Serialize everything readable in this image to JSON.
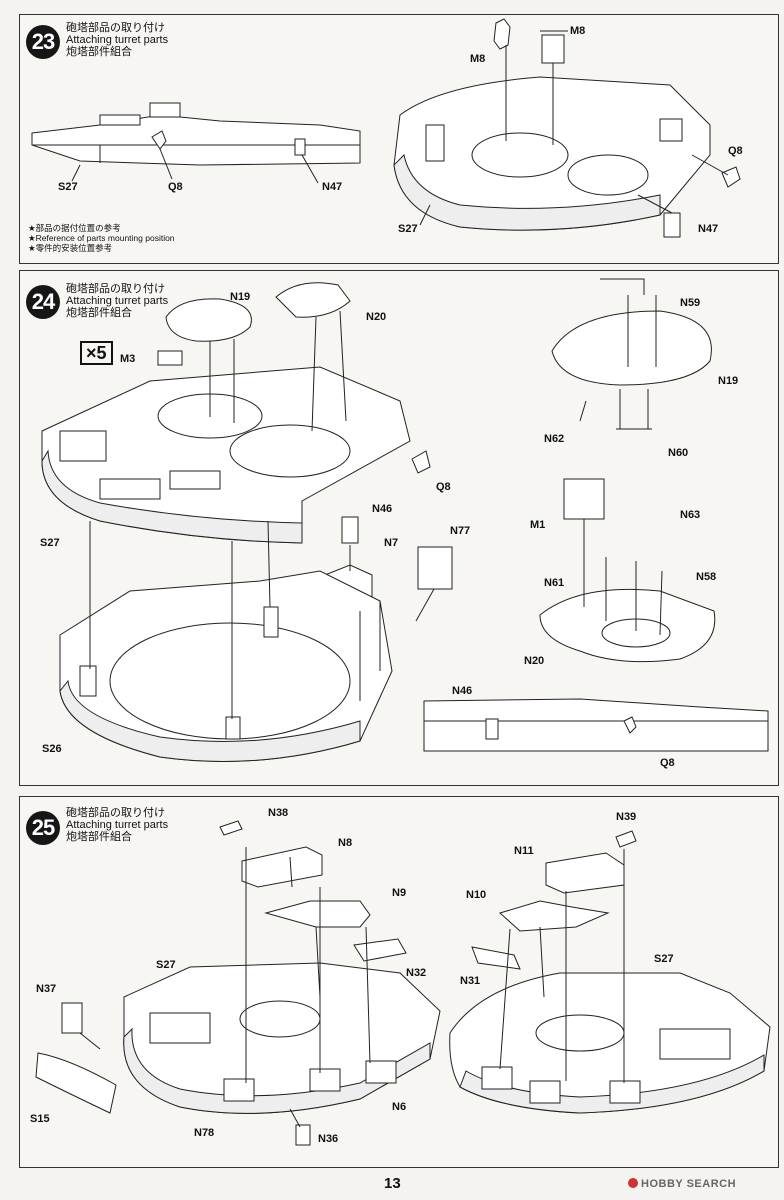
{
  "steps": [
    {
      "number": "23",
      "title_ja": "砲塔部品の取り付け",
      "title_en": "Attaching turret parts",
      "title_zh": "炮塔部件組合",
      "labels": {
        "s27_left": "S27",
        "q8_left": "Q8",
        "n47_left": "N47",
        "m8_a": "M8",
        "m8_b": "M8",
        "q8_right": "Q8",
        "s27_right": "S27",
        "n47_right": "N47"
      },
      "notes": [
        "★部品の据付位置の参考",
        "★Reference of parts mounting position",
        "★零件的安装位置参考"
      ]
    },
    {
      "number": "24",
      "title_ja": "砲塔部品の取り付け",
      "title_en": "Attaching turret parts",
      "title_zh": "炮塔部件組合",
      "multiplier": "×5",
      "labels": {
        "m3": "M3",
        "n19": "N19",
        "n20": "N20",
        "q8": "Q8",
        "n46": "N46",
        "n7": "N7",
        "n77": "N77",
        "s27": "S27",
        "s26": "S26",
        "n59": "N59",
        "n19_r": "N19",
        "n62": "N62",
        "n60": "N60",
        "m1": "M1",
        "n63": "N63",
        "n61": "N61",
        "n58": "N58",
        "n20_r": "N20",
        "n46_r": "N46",
        "q8_r": "Q8"
      }
    },
    {
      "number": "25",
      "title_ja": "砲塔部品の取り付け",
      "title_en": "Attaching turret parts",
      "title_zh": "炮塔部件組合",
      "labels": {
        "n38": "N38",
        "n8": "N8",
        "n9": "N9",
        "n32": "N32",
        "s27": "S27",
        "n37": "N37",
        "s15": "S15",
        "n78": "N78",
        "n36": "N36",
        "n6": "N6",
        "n39": "N39",
        "n11": "N11",
        "n10": "N10",
        "n31": "N31",
        "s27_r": "S27"
      }
    }
  ],
  "footer": {
    "page_number": "13",
    "watermark": "HOBBY SEARCH"
  }
}
